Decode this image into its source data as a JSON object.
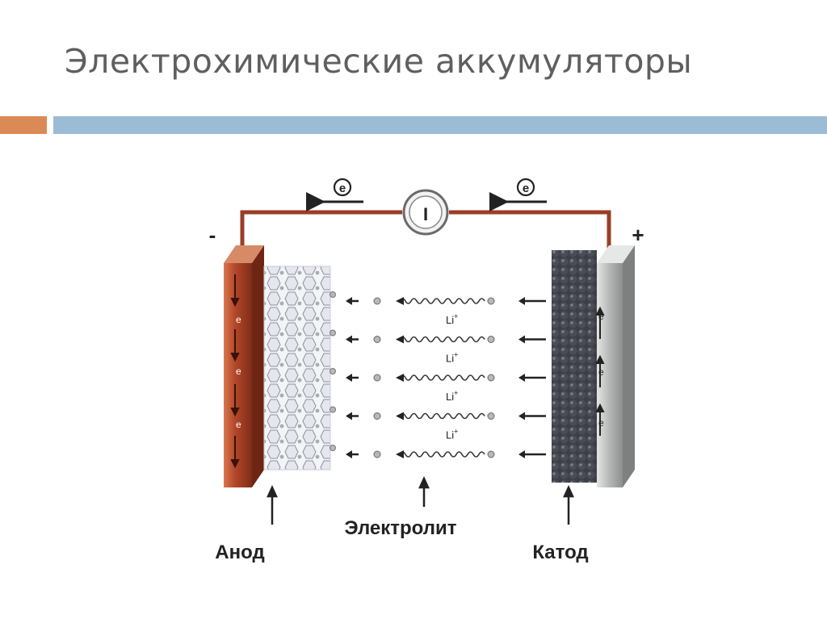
{
  "slide": {
    "title": "Электрохимические аккумуляторы",
    "colors": {
      "accent_orange": "#dc8a55",
      "accent_blue": "#9cbcd6",
      "title_gray": "#5f5f5f"
    }
  },
  "diagram": {
    "labels": {
      "minus": "-",
      "plus": "+",
      "meter": "I",
      "electron_left": "e",
      "electron_right": "e",
      "anode": "Анод",
      "cathode": "Катод",
      "electrolyte": "Электролит",
      "ion": "Li",
      "ion_charge": "+",
      "electron_symbol": "e"
    },
    "ion_count": 5,
    "colors": {
      "anode": "#b24a26",
      "cathode": "#a9abab",
      "wire": "#9a3e26",
      "ion_dot": "#b8b8b8"
    }
  }
}
